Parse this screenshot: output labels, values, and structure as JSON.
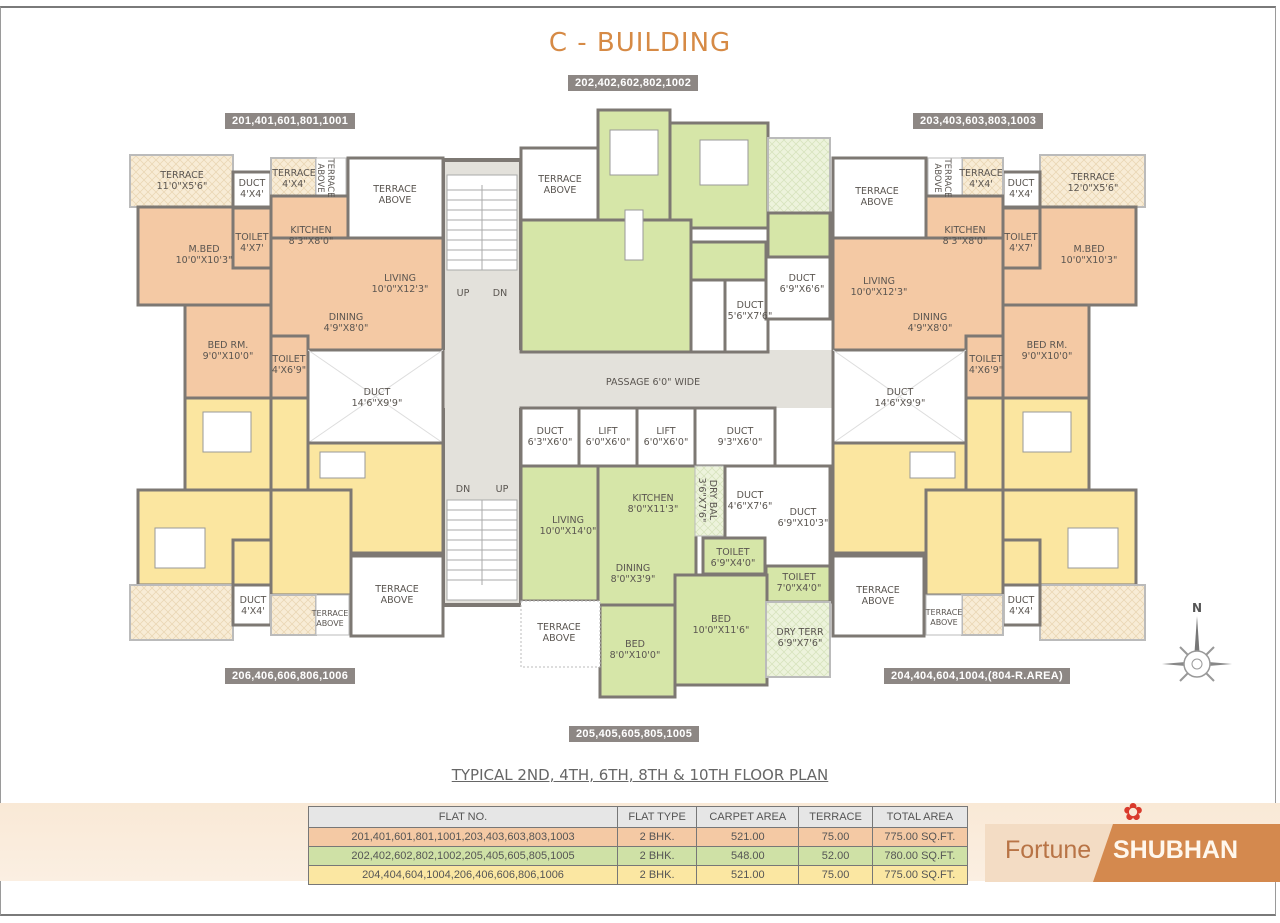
{
  "title": "C - BUILDING",
  "subtitle": "TYPICAL 2ND, 4TH, 6TH, 8TH & 10TH FLOOR PLAN",
  "flat_tags": {
    "top_left": "201,401,601,801,1001",
    "top_center": "202,402,602,802,1002",
    "top_right": "203,403,603,803,1003",
    "bottom_left": "206,406,606,806,1006",
    "bottom_center": "205,405,605,805,1005",
    "bottom_right": "204,404,604,1004,(804-R.AREA)"
  },
  "rooms": {
    "tl_terrace": [
      "TERRACE",
      "11'0\"X5'6\""
    ],
    "tl_duct": [
      "DUCT",
      "4'X4'"
    ],
    "tl_terrace_small": [
      "TERRACE",
      "4'X4'"
    ],
    "tl_terrace_above_v": [
      "TERRACE",
      "ABOVE"
    ],
    "tl_terrace_above": [
      "TERRACE",
      "ABOVE"
    ],
    "tl_mbed": [
      "M.BED",
      "10'0\"X10'3\""
    ],
    "tl_toilet": [
      "TOILET",
      "4'X7'"
    ],
    "tl_kitchen": [
      "KITCHEN",
      "8'3\"X8'0\""
    ],
    "tl_living": [
      "LIVING",
      "10'0\"X12'3\""
    ],
    "tl_dining": [
      "DINING",
      "4'9\"X8'0\""
    ],
    "tl_bed": [
      "BED RM.",
      "9'0\"X10'0\""
    ],
    "tl_toilet2": [
      "TOILET",
      "4'X6'9\""
    ],
    "l_duct": [
      "DUCT",
      "14'6\"X9'9\""
    ],
    "tr_terrace": [
      "TERRACE",
      "12'0\"X5'6\""
    ],
    "tr_duct": [
      "DUCT",
      "4'X4'"
    ],
    "tr_terrace_small": [
      "TERRACE",
      "4'X4'"
    ],
    "tr_terrace_above_v": [
      "TERRACE",
      "ABOVE"
    ],
    "tr_terrace_above": [
      "TERRACE",
      "ABOVE"
    ],
    "tr_mbed": [
      "M.BED",
      "10'0\"X10'3\""
    ],
    "tr_toilet": [
      "TOILET",
      "4'X7'"
    ],
    "tr_kitchen": [
      "KITCHEN",
      "8'3\"X8'0\""
    ],
    "tr_living": [
      "LIVING",
      "10'0\"X12'3\""
    ],
    "tr_dining": [
      "DINING",
      "4'9\"X8'0\""
    ],
    "tr_bed": [
      "BED RM.",
      "9'0\"X10'0\""
    ],
    "tr_toilet2": [
      "TOILET",
      "4'X6'9\""
    ],
    "r_duct": [
      "DUCT",
      "14'6\"X9'9\""
    ],
    "tc_terrace_above": [
      "TERRACE",
      "ABOVE"
    ],
    "tc_duct1": [
      "DUCT",
      "5'6\"X7'6\""
    ],
    "tc_duct2": [
      "DUCT",
      "6'9\"X6'6\""
    ],
    "passage": [
      "PASSAGE 6'0\" WIDE"
    ],
    "c_duct1": [
      "DUCT",
      "6'3\"X6'0\""
    ],
    "c_lift1": [
      "LIFT",
      "6'0\"X6'0\""
    ],
    "c_lift2": [
      "LIFT",
      "6'0\"X6'0\""
    ],
    "c_duct2": [
      "DUCT",
      "9'3\"X6'0\""
    ],
    "bc_living": [
      "LIVING",
      "10'0\"X14'0\""
    ],
    "bc_kitchen": [
      "KITCHEN",
      "8'0\"X11'3\""
    ],
    "bc_drybal": [
      "DRY BAL",
      "3'6\"X7'6\""
    ],
    "bc_duct1": [
      "DUCT",
      "4'6\"X7'6\""
    ],
    "bc_duct2": [
      "DUCT",
      "6'9\"X10'3\""
    ],
    "bc_toilet1": [
      "TOILET",
      "6'9\"X4'0\""
    ],
    "bc_toilet2": [
      "TOILET",
      "7'0\"X4'0\""
    ],
    "bc_dining": [
      "DINING",
      "8'0\"X3'9\""
    ],
    "bc_bed1": [
      "BED",
      "10'0\"X11'6\""
    ],
    "bc_bed2": [
      "BED",
      "8'0\"X10'0\""
    ],
    "bc_dryterr": [
      "DRY TERR",
      "6'9\"X7'6\""
    ],
    "bc_terrace_above": [
      "TERRACE",
      "ABOVE"
    ],
    "bl_terrace_above": [
      "TERRACE",
      "ABOVE"
    ],
    "bl_terrace_above_small": [
      "TERRACE",
      "ABOVE"
    ],
    "bl_duct": [
      "DUCT",
      "4'X4'"
    ],
    "br_terrace_above": [
      "TERRACE",
      "ABOVE"
    ],
    "br_terrace_above_small": [
      "TERRACE",
      "ABOVE"
    ],
    "br_duct": [
      "DUCT",
      "4'X4'"
    ]
  },
  "stairs": {
    "top_up": "UP",
    "top_dn": "DN",
    "bottom_dn": "DN",
    "bottom_up": "UP"
  },
  "compass": {
    "label": "N"
  },
  "area_table": {
    "headers": [
      "FLAT NO.",
      "FLAT TYPE",
      "CARPET AREA",
      "TERRACE",
      "TOTAL  AREA"
    ],
    "rows": [
      [
        "201,401,601,801,1001,203,403,603,803,1003",
        "2 BHK.",
        "521.00",
        "75.00",
        "775.00 SQ.FT."
      ],
      [
        "202,402,602,802,1002,205,405,605,805,1005",
        "2 BHK.",
        "548.00",
        "52.00",
        "780.00 SQ.FT."
      ],
      [
        "204,404,604,1004,206,406,606,806,1006",
        "2 BHK.",
        "521.00",
        "75.00",
        "775.00 SQ.FT."
      ]
    ]
  },
  "brand": {
    "name_light": "Fortune",
    "name_bold": "SHUBHAN",
    "flower_icon": "✿"
  },
  "colors": {
    "title": "#d68a45",
    "peach": "#f4c9a4",
    "green": "#d6e6a8",
    "yellow": "#fbe6a0",
    "wall": "#7d7873",
    "passage": "#e3e1db"
  }
}
